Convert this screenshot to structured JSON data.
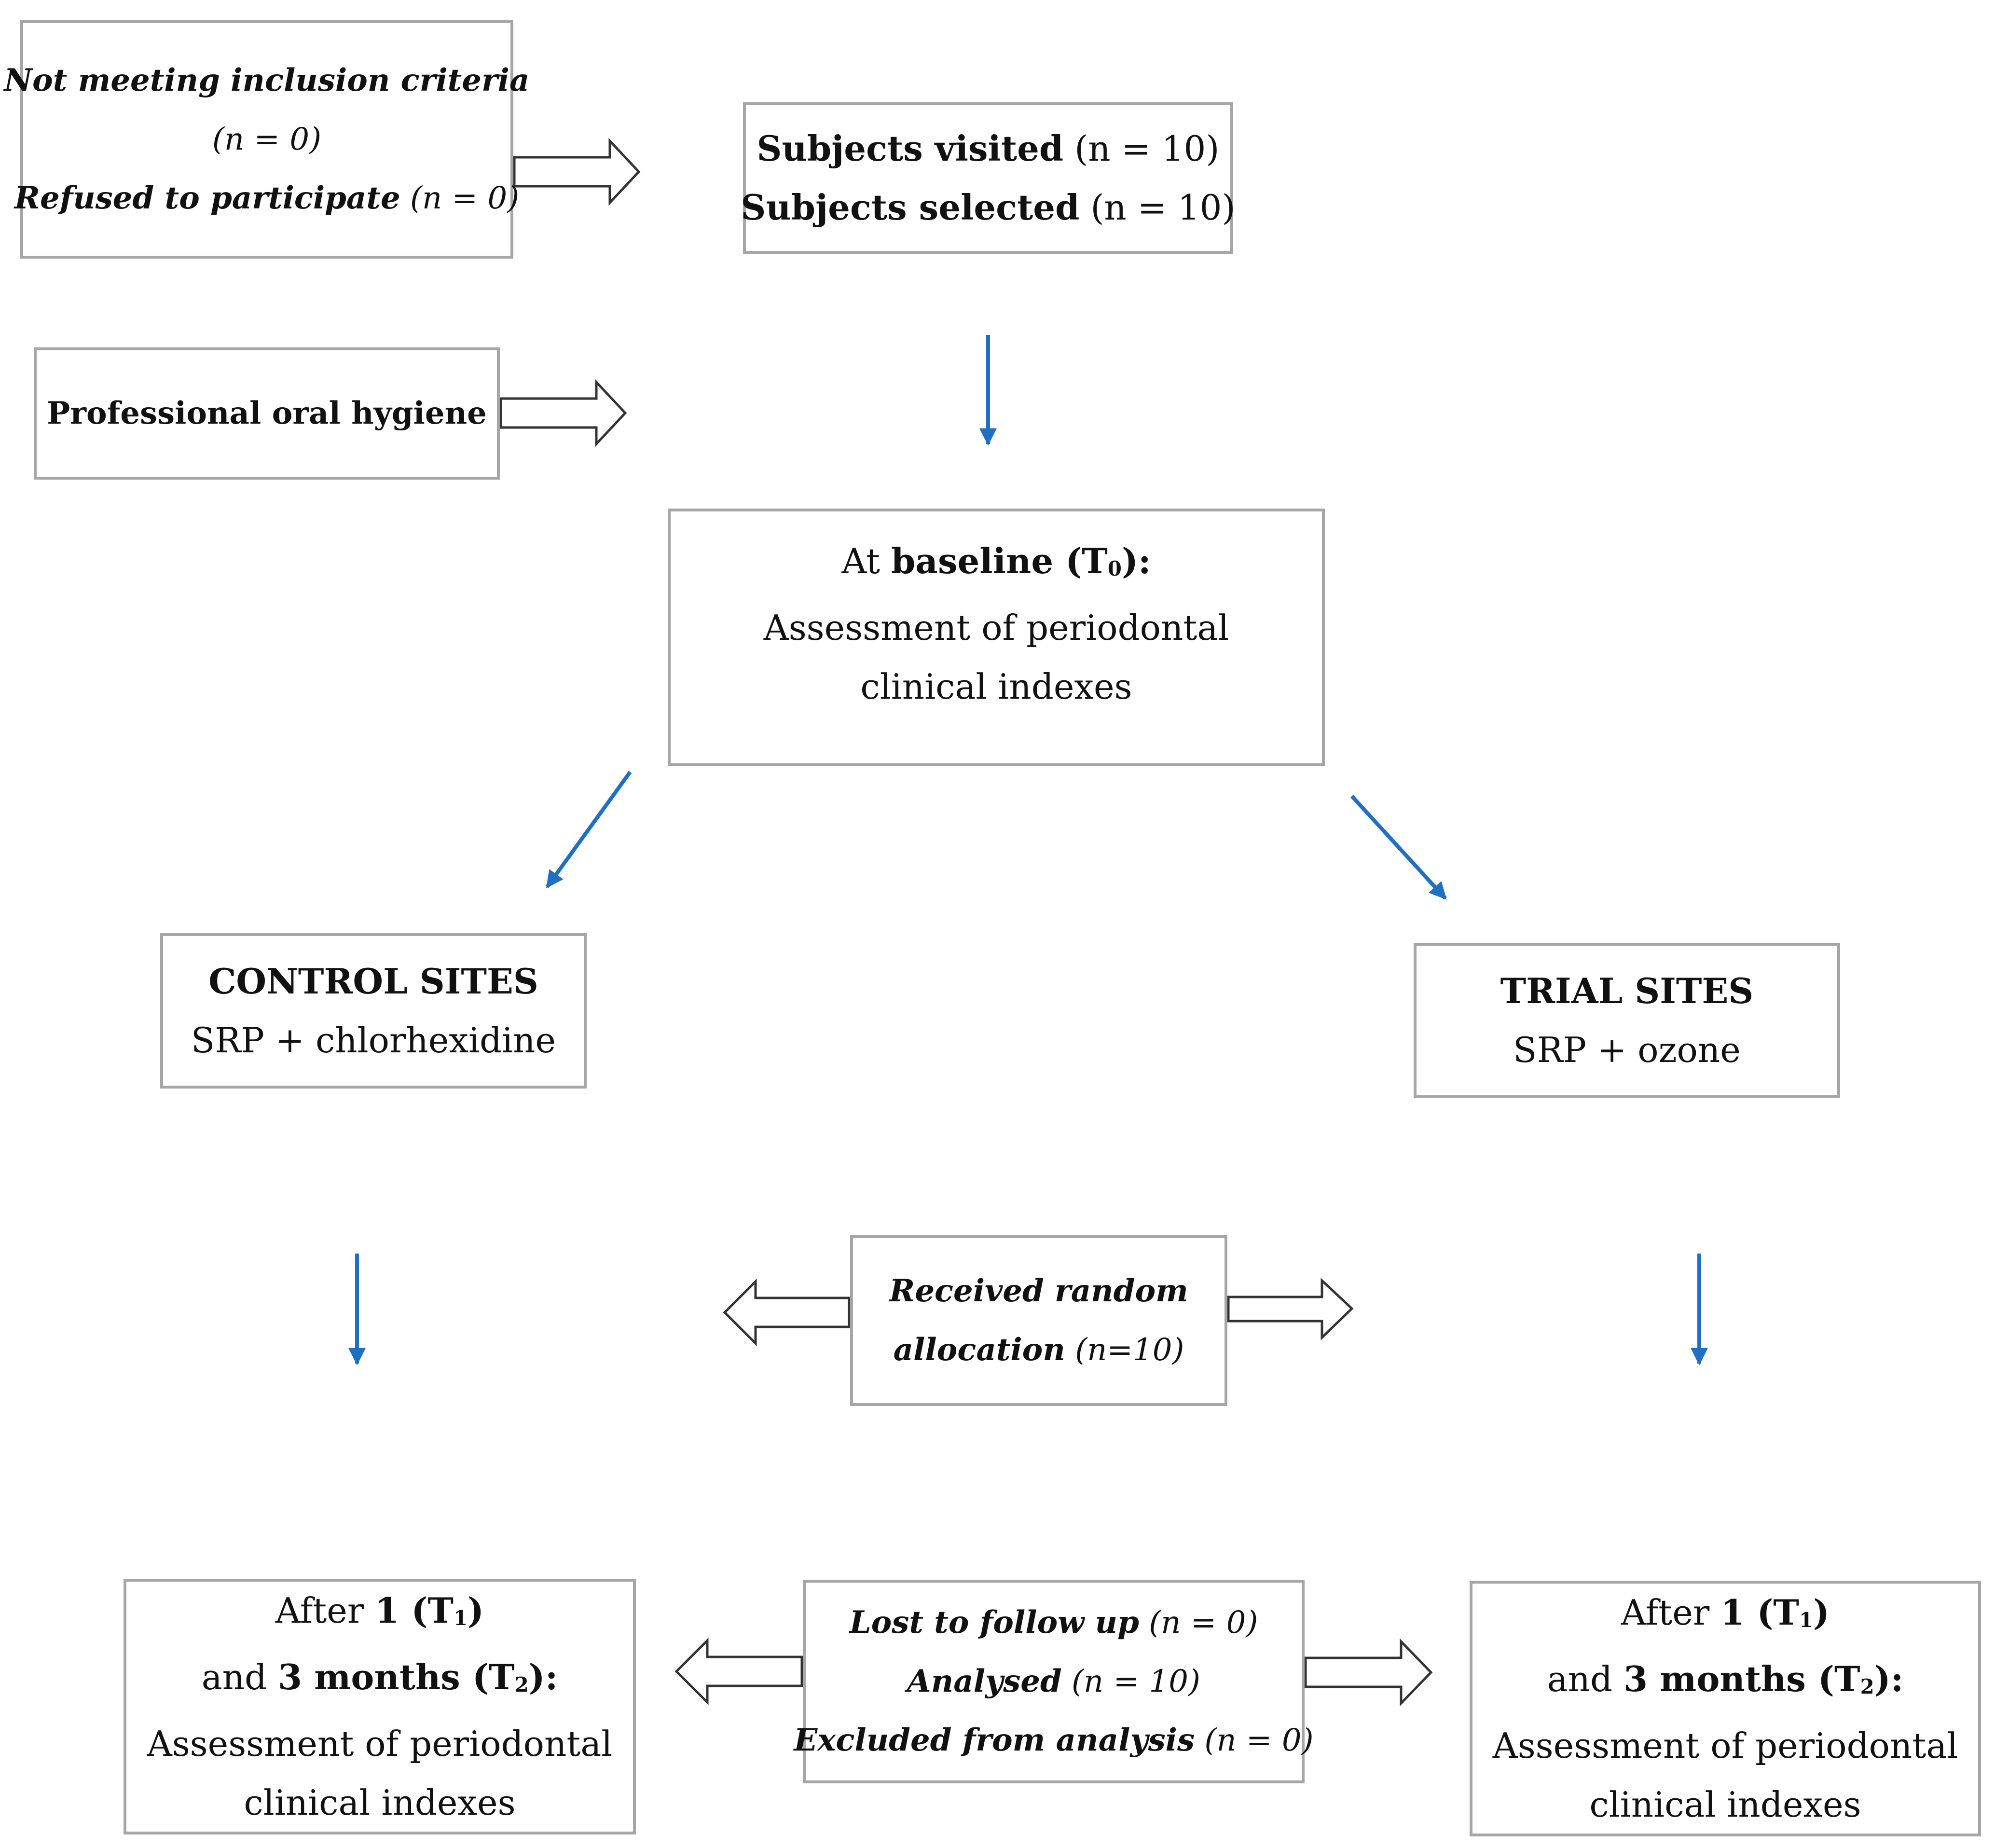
{
  "exclusion": {
    "line1": "Not meeting inclusion criteria",
    "line2_n": "(n = 0)",
    "line3_label": "Refused to participate",
    "line3_n": "(n = 0)"
  },
  "enrollment": {
    "visited_label": "Subjects visited",
    "visited_n": "(n = 10)",
    "selected_label": "Subjects selected",
    "selected_n": "(n = 10)"
  },
  "hygiene": {
    "label": "Professional oral hygiene"
  },
  "baseline": {
    "prefix": "At",
    "bold": "baseline (T",
    "sub": "0",
    "bold_end": "):",
    "line2": "Assessment of periodontal",
    "line3": "clinical indexes"
  },
  "control": {
    "title": "CONTROL SITES",
    "treatment": "SRP + chlorhexidine"
  },
  "trial": {
    "title": "TRIAL SITES",
    "treatment": "SRP + ozone"
  },
  "randomization": {
    "line1": "Received random",
    "line2_label": "allocation",
    "line2_n": "(n=10)"
  },
  "followup": {
    "lost_label": "Lost to follow up",
    "lost_n": "(n = 0)",
    "analysed_label": "Analysed",
    "analysed_n": "(n = 10)",
    "excluded_label": "Excluded from analysis",
    "excluded_n": "(n = 0)"
  },
  "outcome_control": {
    "after": "After",
    "one": "1",
    "t1_open": "(T",
    "t1_sub": "1",
    "t1_close": ")",
    "and": "and",
    "three_months": "3 months",
    "t2_open": "(T",
    "t2_sub": "2",
    "t2_close": "):",
    "line3": "Assessment of periodontal",
    "line4": "clinical indexes"
  },
  "outcome_trial": {
    "after": "After",
    "one": "1",
    "t1_open": "(T",
    "t1_sub": "1",
    "t1_close": ")",
    "and": "and",
    "three_months": "3 months",
    "t2_open": "(T",
    "t2_sub": "2",
    "t2_close": "):",
    "line3": "Assessment of periodontal",
    "line4": "clinical indexes"
  },
  "colors": {
    "box_border": "#a6a6a6",
    "flow_arrow": "#1f6fc5",
    "hollow_arrow": "#333333",
    "text": "#111111"
  }
}
